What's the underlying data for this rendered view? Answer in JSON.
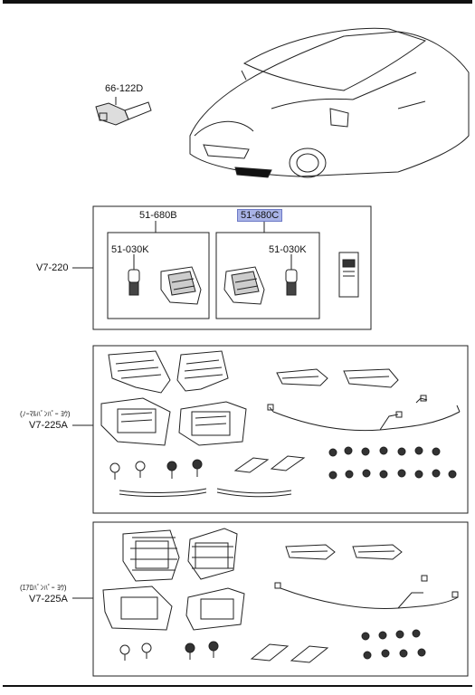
{
  "parts": {
    "switch_part": "66-122D",
    "kit_a_part": "51-680B",
    "kit_b_part": "51-680C",
    "bulb_a_part": "51-030K",
    "bulb_b_part": "51-030K"
  },
  "groups": {
    "v7_220": "V7-220",
    "normal_note": "(ﾉｰﾏﾙﾊﾞﾝﾊﾟｰ ﾖｳ)",
    "v7_225a_normal": "V7-225A",
    "aero_note": "(ｴｱﾛﾊﾞﾝﾊﾟｰ ﾖｳ)",
    "v7_225a_aero": "V7-225A"
  },
  "highlight_color": "#a9b3e6"
}
